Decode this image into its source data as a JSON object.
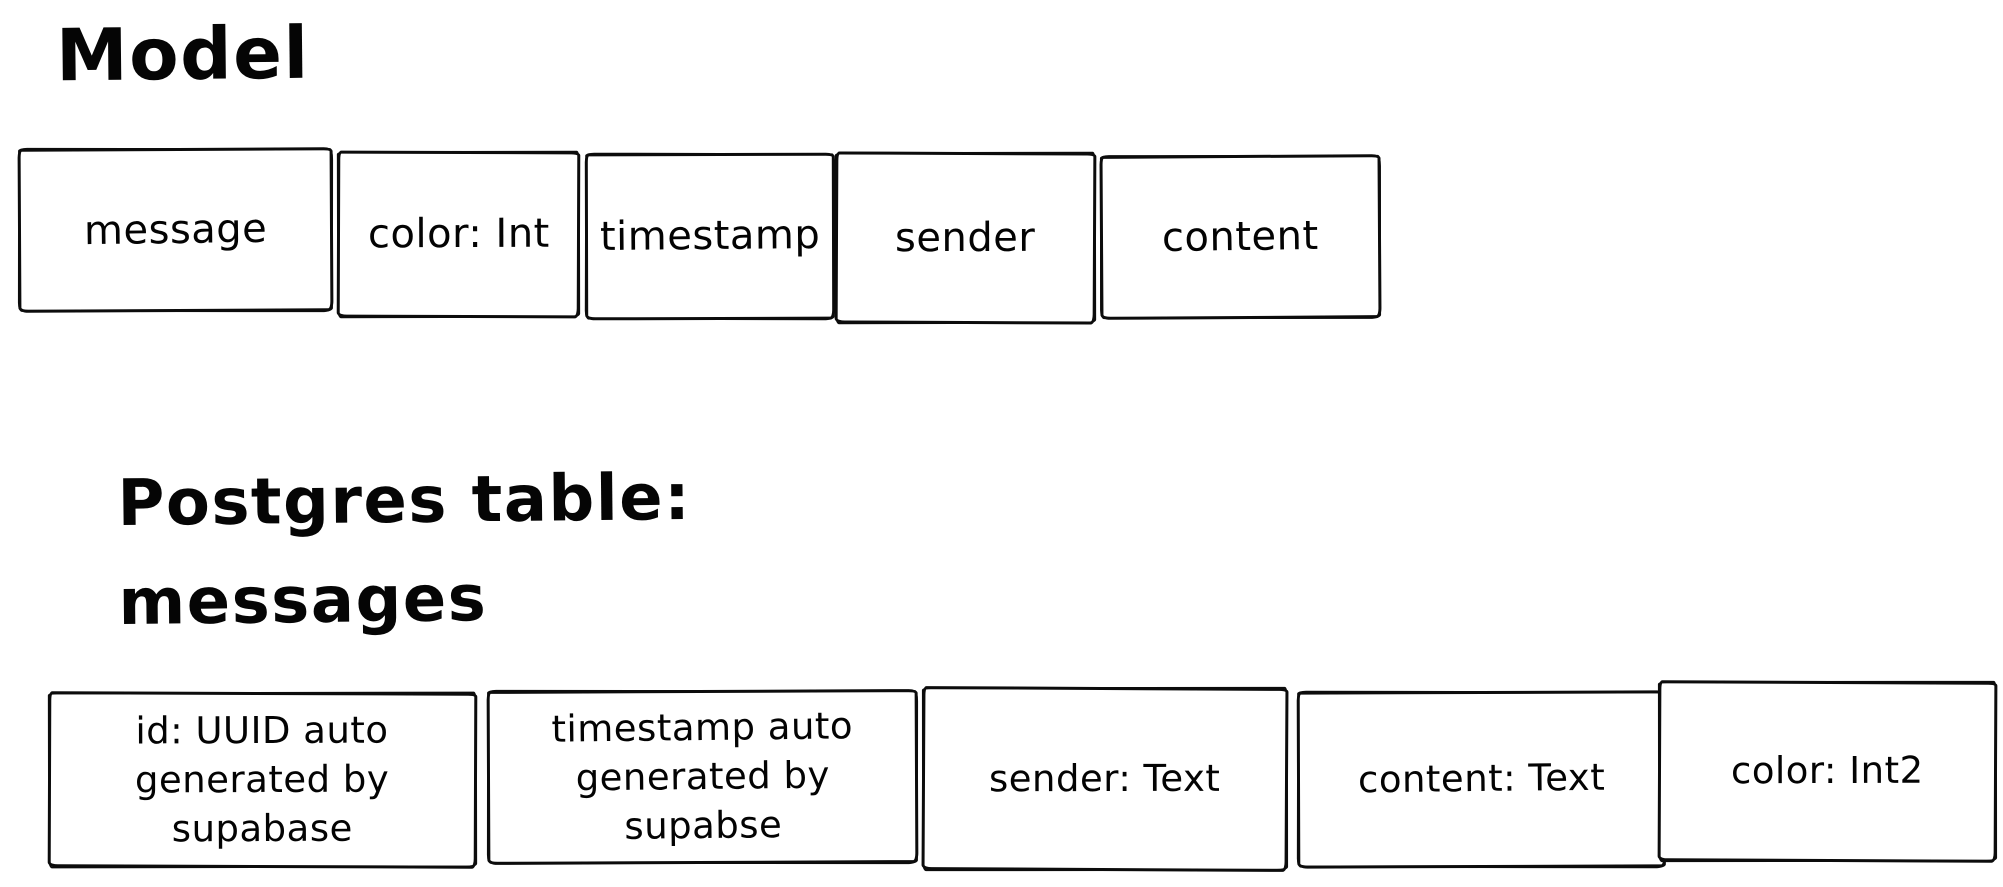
{
  "canvas": {
    "background_color": "#ffffff",
    "stroke_color": "#0c0c0c"
  },
  "model_section": {
    "title": "Model",
    "boxes": [
      {
        "label": "message"
      },
      {
        "label": "color: Int"
      },
      {
        "label": "timestamp"
      },
      {
        "label": "sender"
      },
      {
        "label": "content"
      }
    ]
  },
  "postgres_section": {
    "title": "Postgres table:\nmessages",
    "boxes": [
      {
        "label": "id: UUID auto\ngenerated by\nsupabase"
      },
      {
        "label": "timestamp auto\ngenerated by\nsupabse"
      },
      {
        "label": "sender: Text"
      },
      {
        "label": "content: Text"
      },
      {
        "label": "color: Int2"
      }
    ]
  }
}
